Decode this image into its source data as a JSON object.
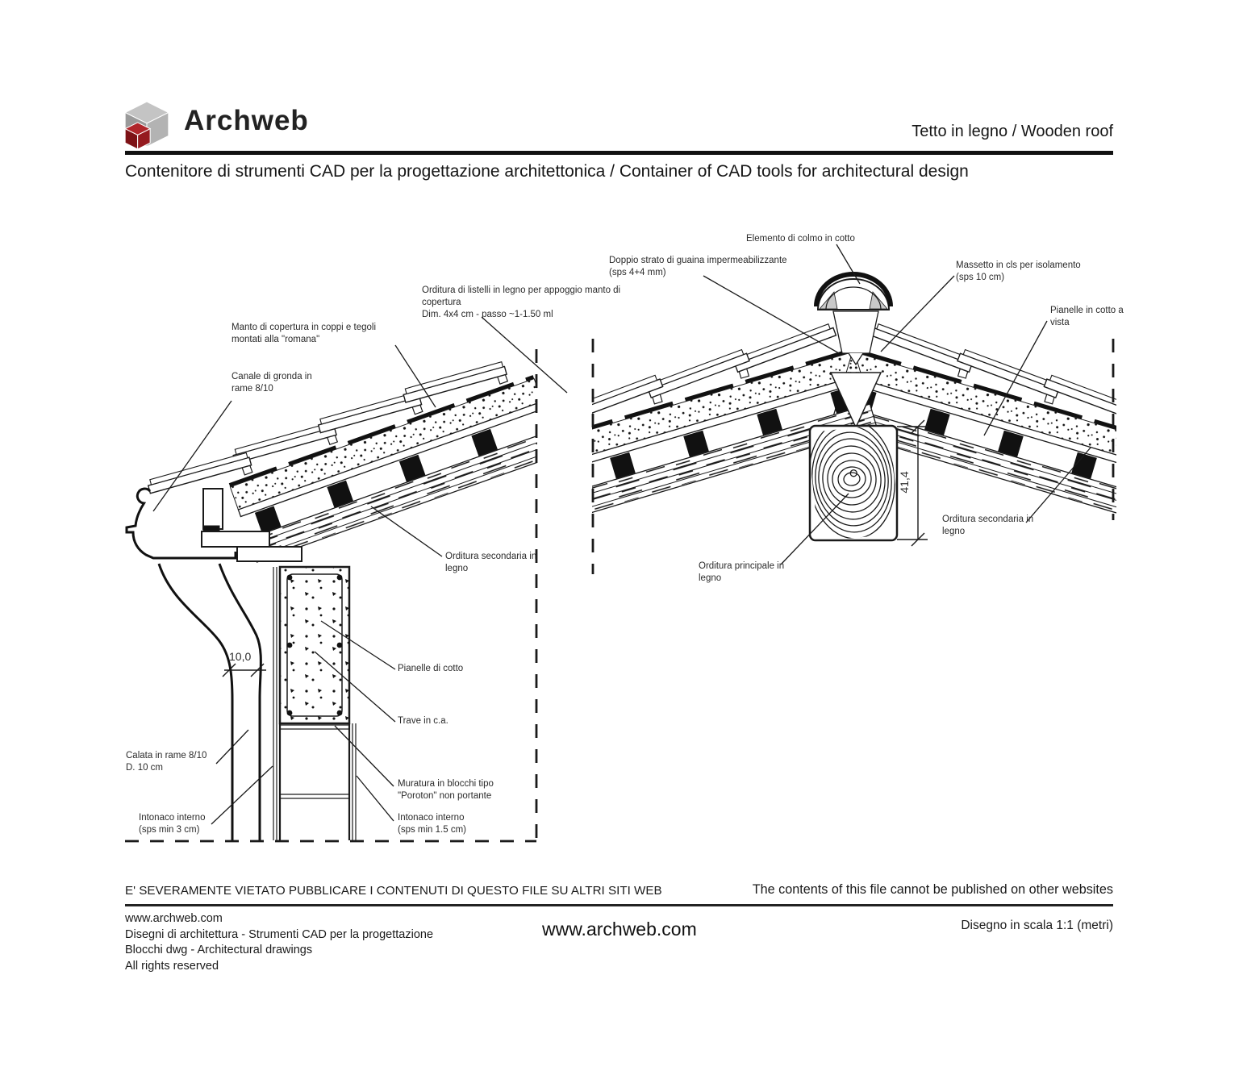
{
  "header": {
    "brand": "Archweb",
    "topic": "Tetto in legno  /  Wooden roof",
    "subtitle": "Contenitore di strumenti CAD per la progettazione architettonica  /  Container of CAD tools for architectural design"
  },
  "drawing": {
    "labels": {
      "listelli": "Orditura di listelli in legno per appoggio manto di\ncopertura\nDim. 4x4 cm - passo ~1-1.50 ml",
      "manto": "Manto di copertura in coppi e tegoli\nmontati alla \"romana\"",
      "canale": "Canale di gronda in\nrame 8/10",
      "colmo": "Elemento di colmo in cotto",
      "guaina": "Doppio strato di guaina impermeabilizzante\n(sps 4+4 mm)",
      "massetto": "Massetto in cls per isolamento\n(sps 10 cm)",
      "pianelle_vista": "Pianelle in cotto a\nvista",
      "orditura_sec_right": "Orditura secondaria in\nlegno",
      "orditura_princ": "Orditura principale in\nlegno",
      "orditura_sec_left": "Orditura secondaria in\nlegno",
      "pianelle_cotto": "Pianelle di cotto",
      "trave": "Trave in c.a.",
      "muratura": "Muratura in blocchi tipo\n\"Poroton\" non portante",
      "intonaco_15": "Intonaco interno\n(sps min 1.5 cm)",
      "calata": "Calata in rame 8/10\nD. 10 cm",
      "intonaco_3": "Intonaco interno\n(sps min 3 cm)"
    },
    "dimensions": {
      "gutter_width": "10,0",
      "beam_height": "41,4"
    }
  },
  "footer": {
    "notice_it": "E' SEVERAMENTE VIETATO PUBBLICARE I CONTENUTI DI QUESTO FILE SU ALTRI SITI WEB",
    "notice_en": "The contents of this file cannot be published on other websites",
    "site": "www.archweb.com",
    "info_line1": "Disegni di architettura - Strumenti CAD  per la progettazione",
    "info_line2": "Blocchi dwg - Architectural drawings",
    "info_line3": "All rights reserved",
    "site_center": "www.archweb.com",
    "scale_note": "Disegno in scala 1:1 (metri)"
  },
  "colors": {
    "ink": "#1a1a1a",
    "logo_red": "#9e1b20",
    "logo_gray_light": "#c4c4c4",
    "logo_gray_dark": "#9a9a9a"
  }
}
